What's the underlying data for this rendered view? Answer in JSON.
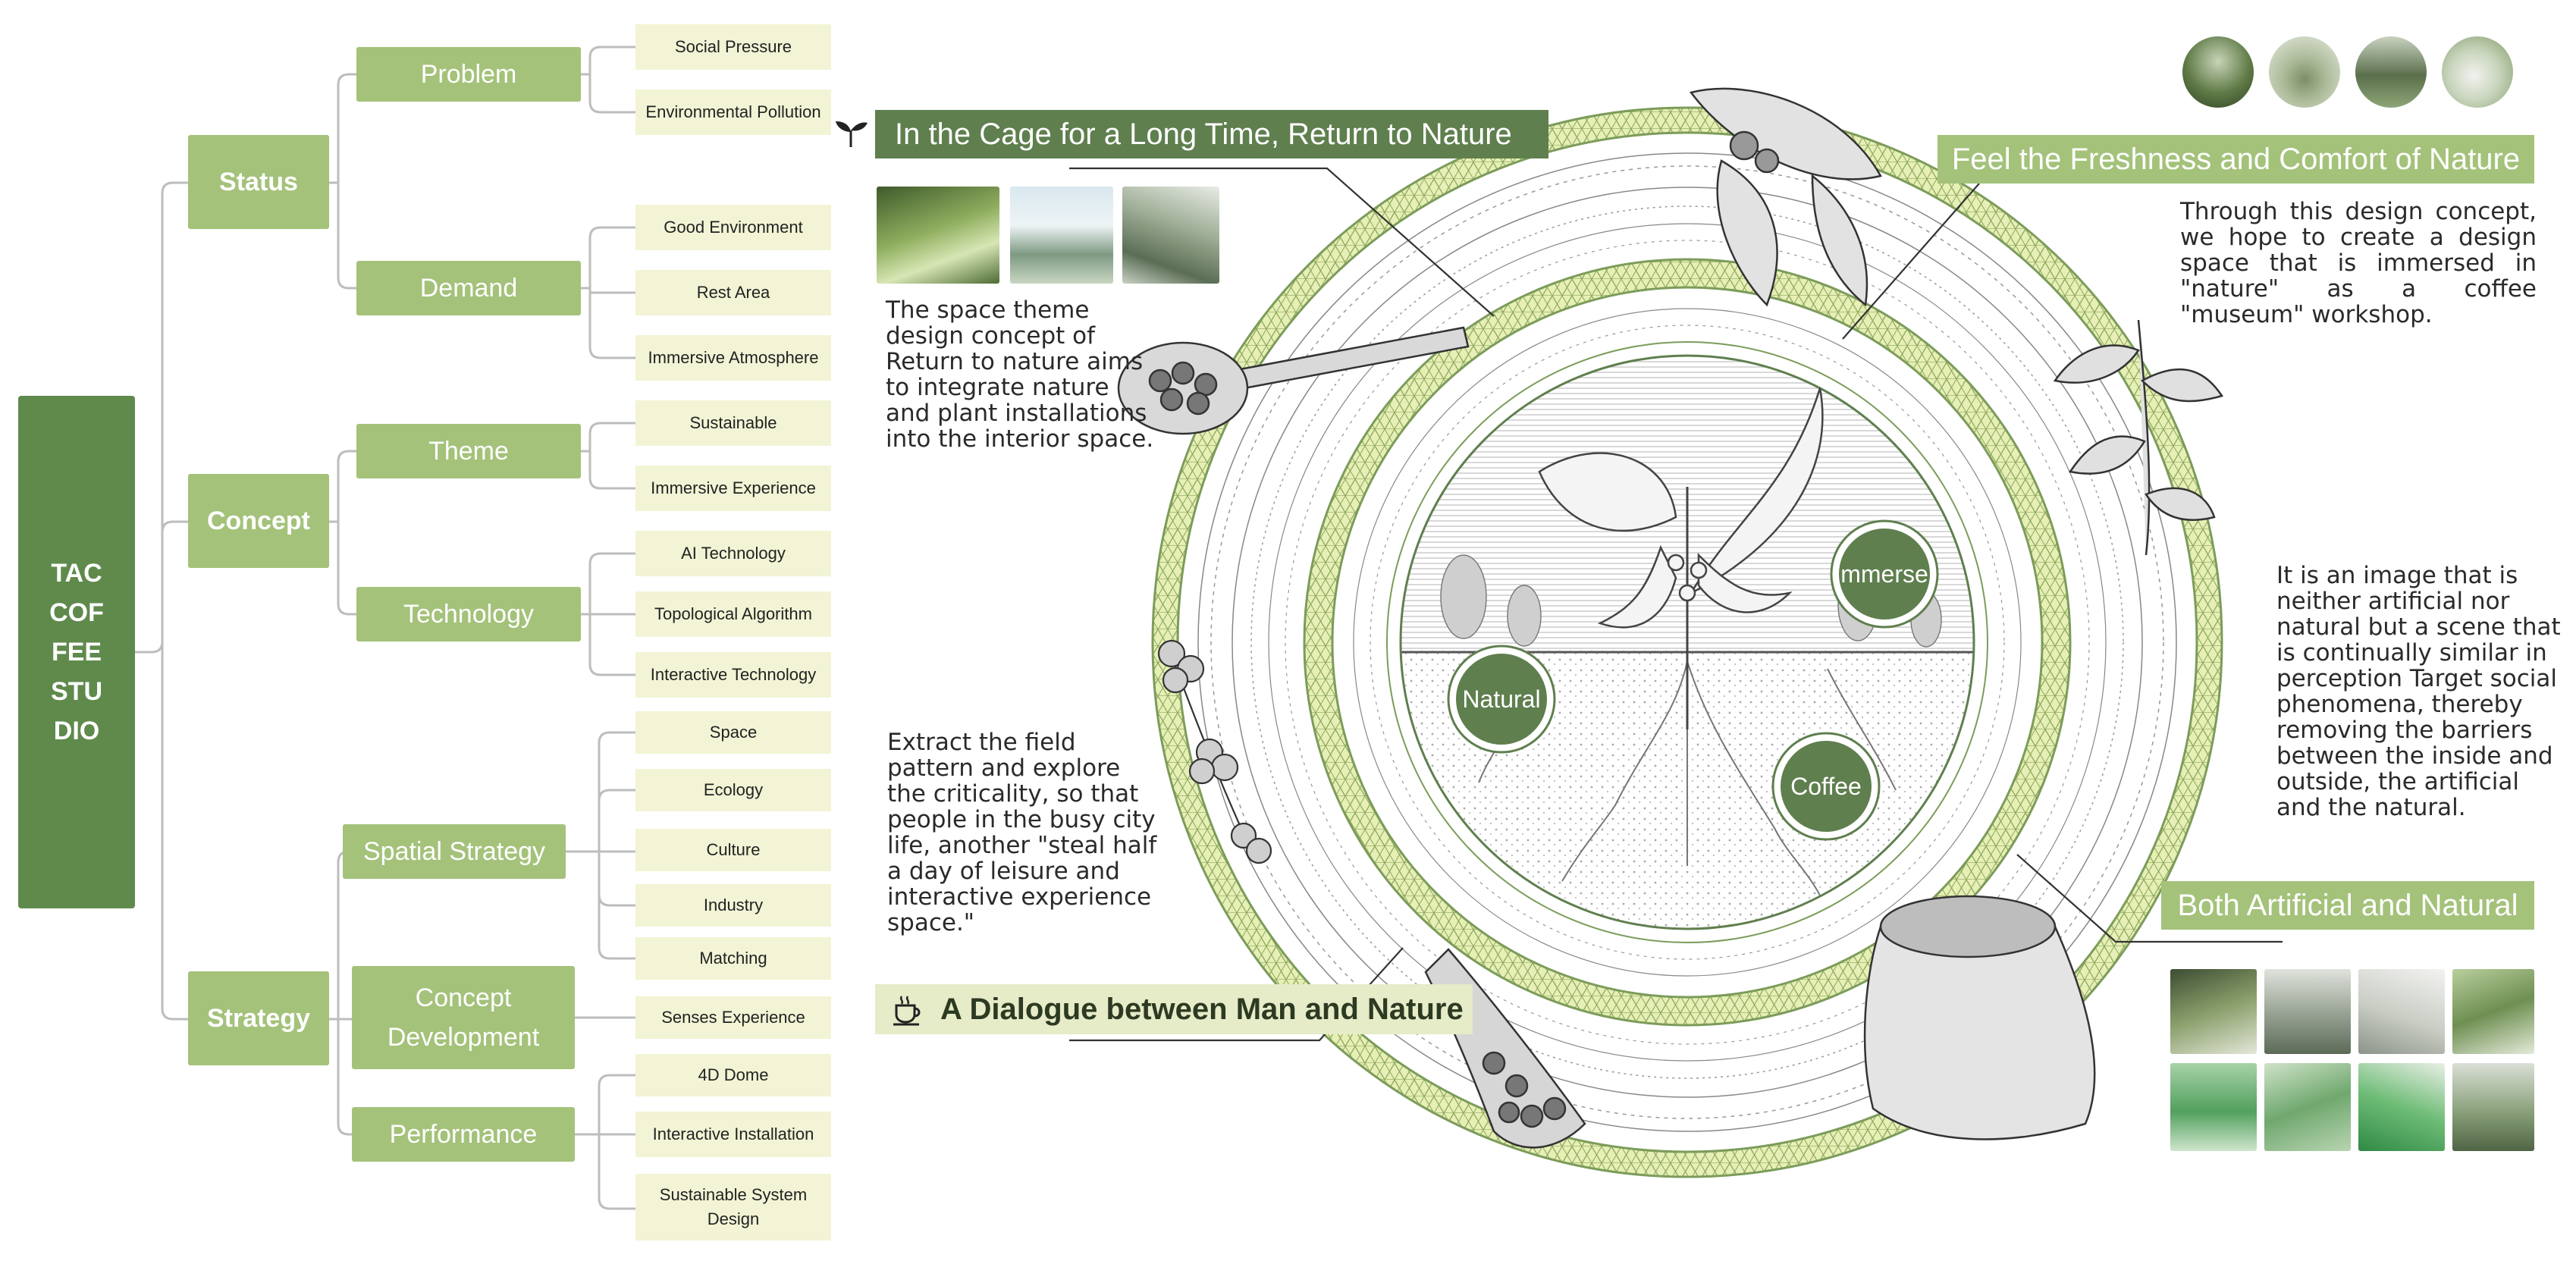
{
  "mindmap": {
    "root": [
      "TAC",
      "COF",
      "FEE",
      "STU",
      "DIO"
    ],
    "branches": [
      {
        "label": "Status",
        "children": [
          {
            "label": "Problem",
            "leaves": [
              "Social Pressure",
              "Environmental Pollution"
            ]
          },
          {
            "label": "Demand",
            "leaves": [
              "Good Environment",
              "Rest Area",
              "Immersive Atmosphere"
            ]
          }
        ]
      },
      {
        "label": "Concept",
        "children": [
          {
            "label": "Theme",
            "leaves": [
              "Sustainable",
              "Immersive Experience"
            ]
          },
          {
            "label": "Technology",
            "leaves": [
              "AI Technology",
              "Topological Algorithm",
              "Interactive Technology"
            ]
          }
        ]
      },
      {
        "label": "Strategy",
        "children": [
          {
            "label": "Spatial Strategy",
            "leaves": [
              "Space",
              "Ecology",
              "Culture",
              "Industry",
              "Matching"
            ]
          },
          {
            "label": "Concept Development",
            "leaves": [
              "Senses Experience"
            ]
          },
          {
            "label": "Performance",
            "leaves": [
              "4D Dome",
              "Interactive Installation",
              "Sustainable System Design"
            ]
          }
        ]
      }
    ]
  },
  "concept_banners": {
    "cage": "In the Cage for a Long Time, Return to Nature",
    "freshness": "Feel the Freshness and Comfort of Nature",
    "artificial": "Both Artificial and Natural",
    "dialogue": "A Dialogue between Man and Nature"
  },
  "texts": {
    "theme_text": "The space theme design concept of Return to nature aims to integrate nature and plant installations into the interior space.",
    "museum_text": "Through this design concept, we hope to create a design space that is immersed in \"nature\" as a coffee \"museum\" workshop.",
    "image_text": "It is an image that is neither artificial nor natural but a scene that is continually similar in perception Target social phenomena, thereby removing the barriers between the inside and outside, the artificial and the natural.",
    "field_text": "Extract the field pattern and explore the criticality, so that people in the busy city life, another \"steal half a day of leisure and interactive experience space.\""
  },
  "circle_labels": {
    "natural": "Natural",
    "immerse": "mmerse",
    "coffee": "Coffee"
  },
  "colors": {
    "dark_green": "#5f7f4e",
    "light_green": "#a4c27a",
    "pale": "#f2f4d5",
    "ring_yellow": "#e3ecb3"
  },
  "icons": [
    "sprout-icon",
    "coffee-cup-icon"
  ]
}
